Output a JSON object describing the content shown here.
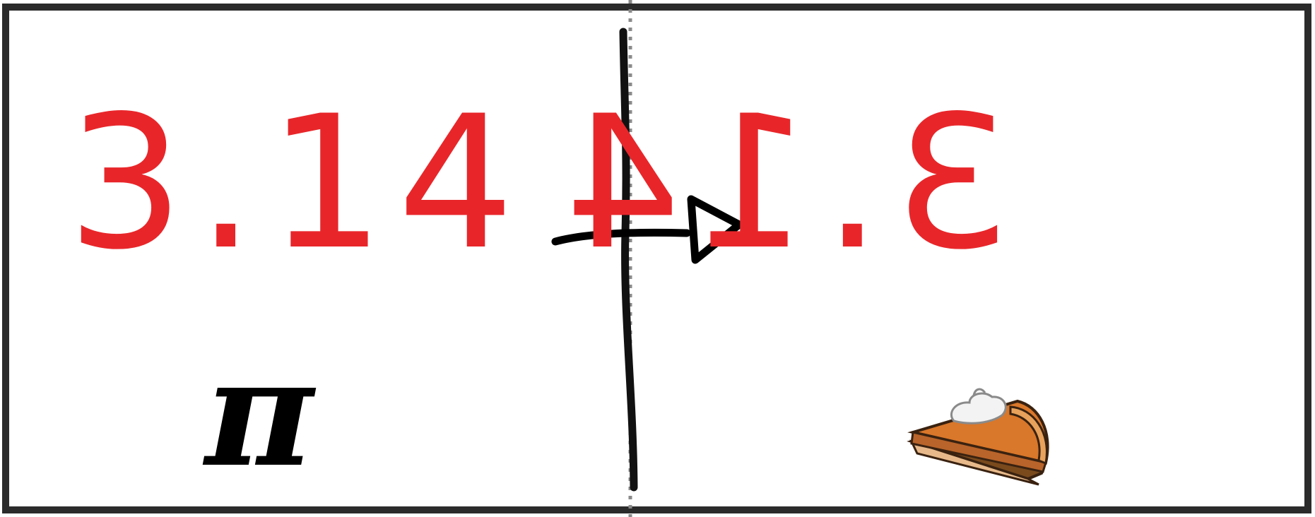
{
  "mirror_illustration": {
    "original_number": "3.14",
    "mirrored_number": "3.14",
    "symbol": "π"
  },
  "colors": {
    "number": "#e8262a",
    "frame": "#2b2b2b",
    "mirror_line": "#111111",
    "arrow": "#000000",
    "pie_crust": "#c98a3d",
    "pie_filling": "#d9772a",
    "cream": "#f3f3f3"
  },
  "icons": [
    "pi-icon",
    "pumpkin-pie-icon",
    "arrow-right-icon"
  ]
}
